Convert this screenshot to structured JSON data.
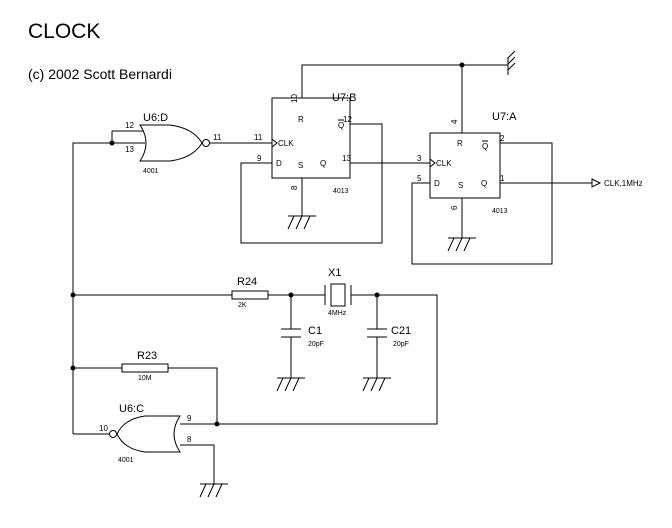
{
  "title": "CLOCK",
  "copyright": "(c) 2002 Scott Bernardi",
  "u6d": {
    "ref": "U6:D",
    "part": "4001",
    "pin_in1": "12",
    "pin_in2": "13",
    "pin_out": "11"
  },
  "u7b": {
    "ref": "U7:B",
    "part": "4013",
    "pin_r": "10",
    "pin_qbar": "12",
    "pin_clk": "11",
    "pin_d": "9",
    "pin_q": "13",
    "pin_s": "8",
    "lbl_r": "R",
    "lbl_qbar": "Q",
    "lbl_clk": "CLK",
    "lbl_d": "D",
    "lbl_s": "S",
    "lbl_q": "Q"
  },
  "u7a": {
    "ref": "U7:A",
    "part": "4013",
    "pin_r": "4",
    "pin_qbar": "2",
    "pin_clk": "3",
    "pin_d": "5",
    "pin_q": "1",
    "pin_s": "6",
    "lbl_r": "R",
    "lbl_qbar": "Q",
    "lbl_clk": "CLK",
    "lbl_d": "D",
    "lbl_s": "S",
    "lbl_q": "Q"
  },
  "u6c": {
    "ref": "U6:C",
    "part": "4001",
    "pin_in1": "9",
    "pin_in2": "8",
    "pin_out": "10"
  },
  "r24": {
    "ref": "R24",
    "value": "2K"
  },
  "r23": {
    "ref": "R23",
    "value": "10M"
  },
  "x1": {
    "ref": "X1",
    "value": "4MHz"
  },
  "c1": {
    "ref": "C1",
    "value": "20pF"
  },
  "c21": {
    "ref": "C21",
    "value": "20pF"
  },
  "output_net": "CLK,1MHz"
}
